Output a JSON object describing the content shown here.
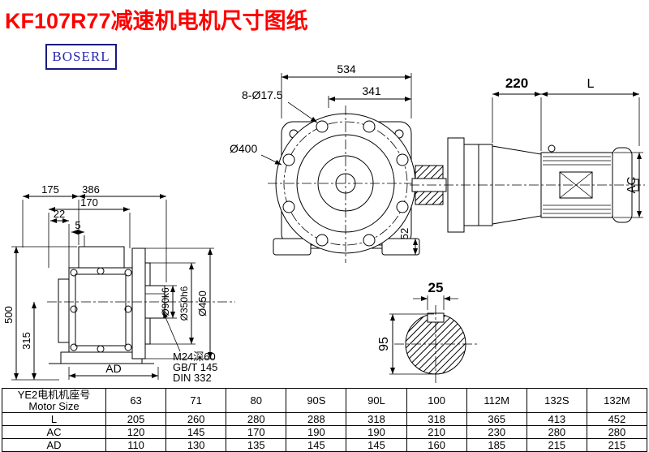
{
  "page": {
    "title": "KF107R77减速机电机尺寸图纸",
    "logo": "BOSERL"
  },
  "colors": {
    "title": "#fe0000",
    "logo_text": "#2a2ab0",
    "logo_border": "#1a1a7e",
    "line": "#000000"
  },
  "front_view": {
    "d534": "534",
    "d341": "341",
    "bolt_note": "8-Ø17.5",
    "flange_dia": "Ø400",
    "d52": "52"
  },
  "side_view": {
    "d220": "220",
    "dL": "L",
    "dAC": "AC"
  },
  "left_view": {
    "d175": "175",
    "d386": "386",
    "d170": "170",
    "d22": "22",
    "d5": "5",
    "d500": "500",
    "d315": "315",
    "shaft_dia": "Ø90k6",
    "spigot_dia": "Ø350h6",
    "flange_od": "Ø450",
    "dAD": "AD",
    "tap_note": "M24深60",
    "std1": "GB/T 145",
    "std2": "DIN 332"
  },
  "section_view": {
    "d25": "25",
    "d95": "95"
  },
  "table": {
    "header_line1": "YE2电机机座号",
    "header_line2": "Motor Size",
    "sizes": [
      "63",
      "71",
      "80",
      "90S",
      "90L",
      "100",
      "112M",
      "132S",
      "132M"
    ],
    "rows": [
      {
        "label": "L",
        "values": [
          "205",
          "260",
          "280",
          "288",
          "318",
          "318",
          "365",
          "413",
          "452"
        ]
      },
      {
        "label": "AC",
        "values": [
          "120",
          "145",
          "170",
          "190",
          "190",
          "210",
          "230",
          "280",
          "280"
        ]
      },
      {
        "label": "AD",
        "values": [
          "110",
          "130",
          "135",
          "145",
          "145",
          "160",
          "185",
          "215",
          "215"
        ]
      }
    ]
  }
}
